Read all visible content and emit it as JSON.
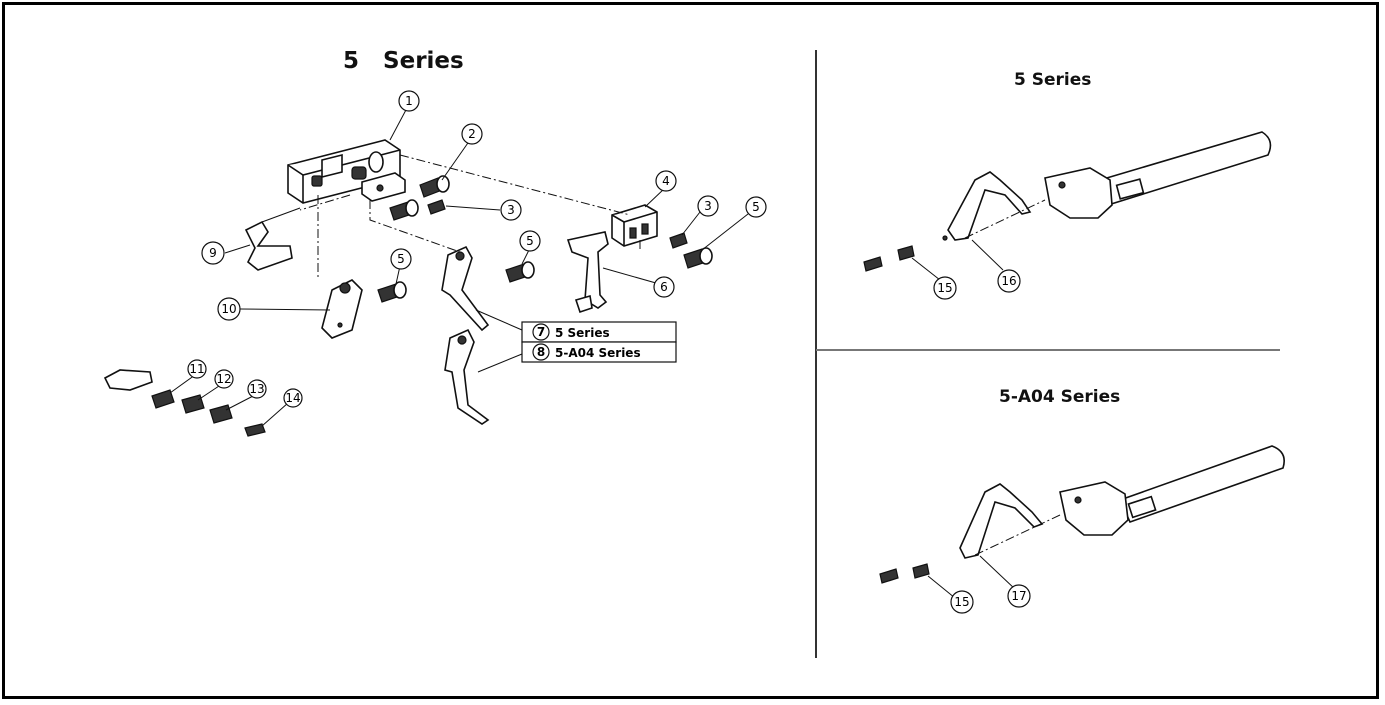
{
  "titles": {
    "main": "5   Series",
    "right_top": "5 Series",
    "right_bottom": "5-A04 Series"
  },
  "callouts": {
    "c1": "1",
    "c2": "2",
    "c3a": "3",
    "c3b": "3",
    "c4": "4",
    "c5a": "5",
    "c5b": "5",
    "c5c": "5",
    "c6": "6",
    "c9": "9",
    "c10": "10",
    "c11": "11",
    "c12": "12",
    "c13": "13",
    "c14": "14",
    "c15a": "15",
    "c16": "16",
    "c15b": "15",
    "c17": "17"
  },
  "legend": {
    "row1_num": "7",
    "row1_label": "5 Series",
    "row2_num": "8",
    "row2_label": "5-A04 Series"
  }
}
